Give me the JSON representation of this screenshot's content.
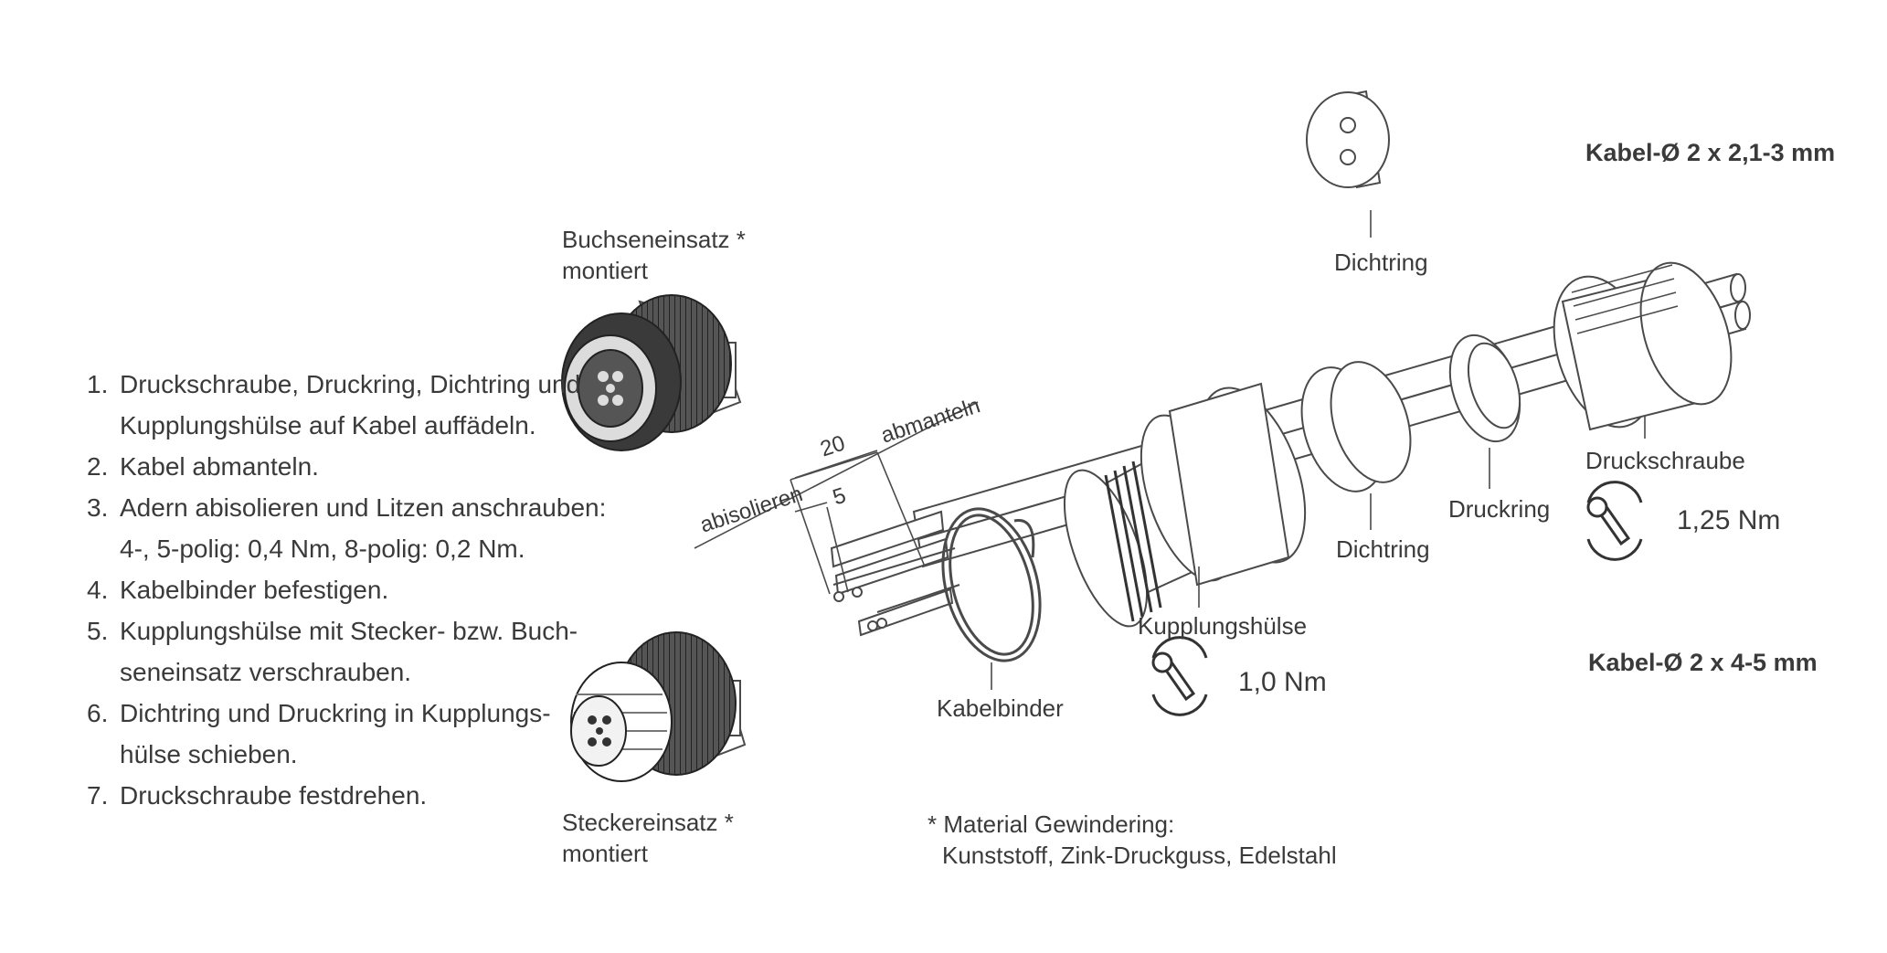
{
  "steps": [
    {
      "num": "1.",
      "lines": [
        "Druckschraube, Druckring, Dichtring und",
        "Kupplungshülse auf Kabel auffädeln."
      ]
    },
    {
      "num": "2.",
      "lines": [
        "Kabel abmanteln."
      ]
    },
    {
      "num": "3.",
      "lines": [
        "Adern abisolieren und Litzen anschrauben:",
        "4-, 5-polig: 0,4 Nm, 8-polig: 0,2 Nm."
      ]
    },
    {
      "num": "4.",
      "lines": [
        "Kabelbinder befestigen."
      ]
    },
    {
      "num": "5.",
      "lines": [
        "Kupplungshülse mit Stecker- bzw. Buch-",
        "seneinsatz verschrauben."
      ]
    },
    {
      "num": "6.",
      "lines": [
        "Dichtring und Druckring in Kupplungs-",
        "hülse schieben."
      ]
    },
    {
      "num": "7.",
      "lines": [
        "Druckschraube festdrehen."
      ]
    }
  ],
  "labels": {
    "buchseneinsatz_1": "Buchseneinsatz *",
    "buchseneinsatz_2": "montiert",
    "steckereinsatz_1": "Steckereinsatz *",
    "steckereinsatz_2": "montiert",
    "abisolieren": "abisolieren",
    "abmanteln": "abmanteln",
    "dim_20": "20",
    "dim_5": "5",
    "kabelbinder": "Kabelbinder",
    "kupplungshuelse": "Kupplungshülse",
    "dichtring_top": "Dichtring",
    "dichtring_bottom": "Dichtring",
    "druckring": "Druckring",
    "druckschraube": "Druckschraube",
    "torque_kupplung": "1,0 Nm",
    "torque_druckschraube": "1,25 Nm",
    "cable_small": "Kabel-Ø 2 x 2,1-3 mm",
    "cable_large": "Kabel-Ø 2 x 4-5 mm",
    "footnote_1": "* Material Gewindering:",
    "footnote_2": "Kunststoff, Zink-Druckguss, Edelstahl"
  },
  "colors": {
    "line": "#4a4a4a",
    "text": "#3a3a3a",
    "dark_part": "#2b2b2b"
  },
  "icons": [
    "wrench-rotate-icon"
  ]
}
